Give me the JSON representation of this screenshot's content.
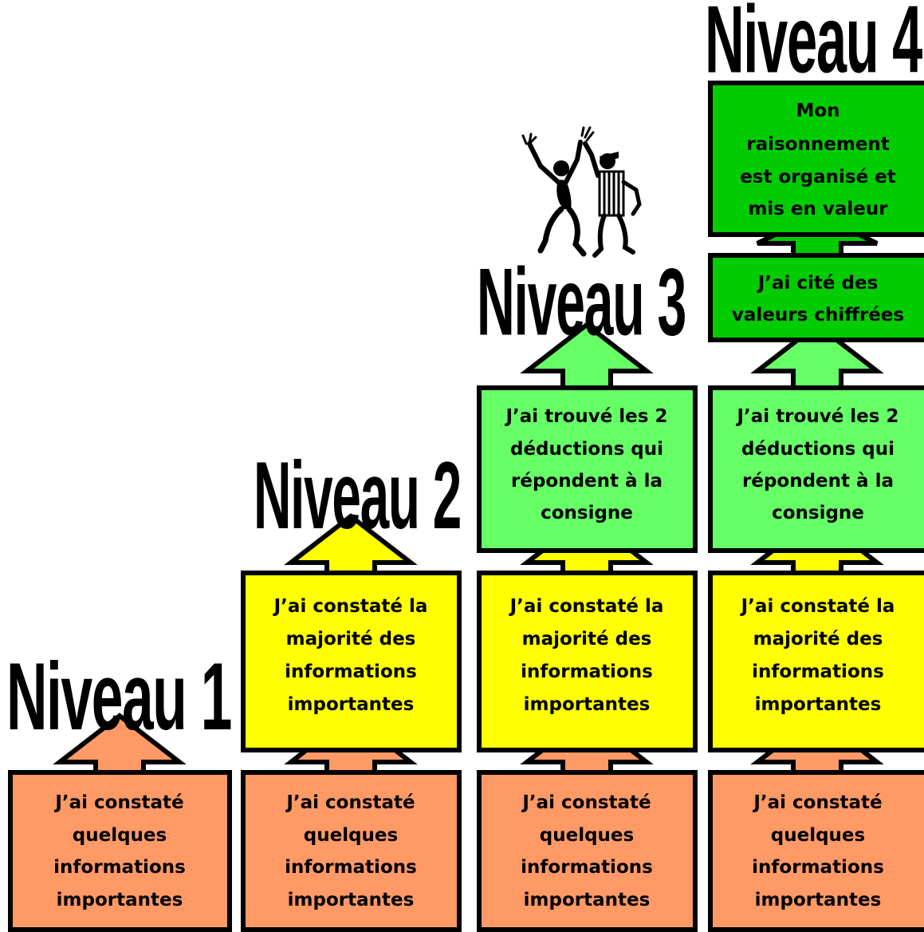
{
  "colors": {
    "level1": "#ff9966",
    "level2": "#ffff00",
    "level3": "#66ff66",
    "level4": "#00cc00",
    "border": "#000000"
  },
  "levels": [
    {
      "title": "Niveau 1"
    },
    {
      "title": "Niveau 2"
    },
    {
      "title": "Niveau 3"
    },
    {
      "title": "Niveau 4"
    }
  ],
  "steps": {
    "s1": [
      "J’ai constaté",
      "quelques",
      "informations",
      "importantes"
    ],
    "s2": [
      "J’ai constaté la",
      "majorité des",
      "informations",
      "importantes"
    ],
    "s3": [
      "J’ai trouvé les 2",
      "déductions qui",
      "répondent à la",
      "consigne"
    ],
    "s4": [
      "J’ai cité des",
      "valeurs chiffrées"
    ],
    "s5": [
      "Mon",
      "raisonnement",
      "est organisé et",
      "mis en valeur"
    ]
  },
  "illustration": "celebrating-people-icon"
}
